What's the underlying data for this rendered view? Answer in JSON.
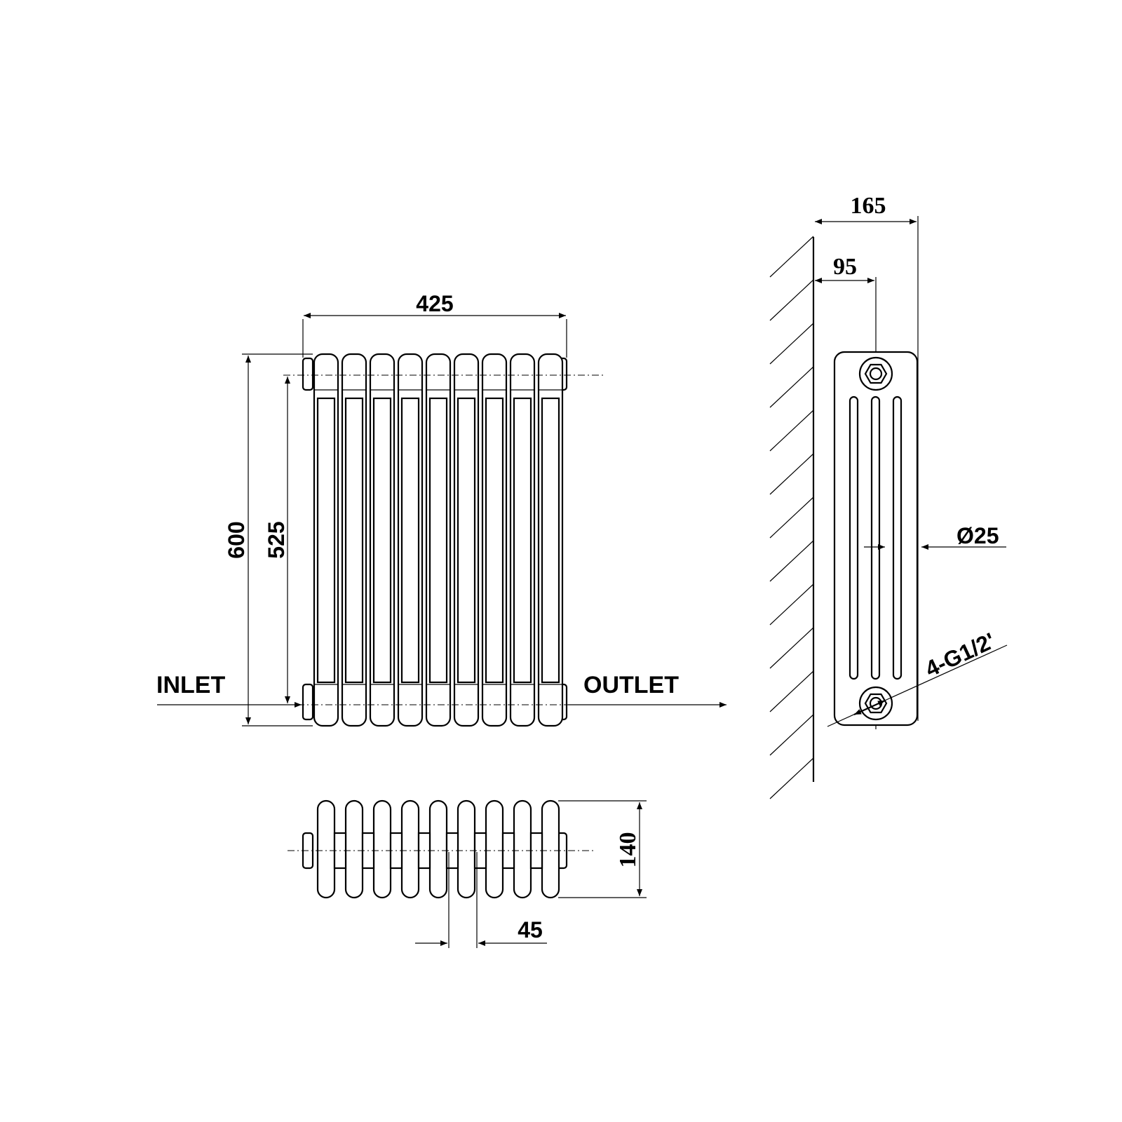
{
  "dimensions": {
    "width": "425",
    "height_total": "600",
    "height_centers": "525",
    "depth": "140",
    "section_pitch": "45",
    "side_depth": "165",
    "side_pipe_center": "95",
    "tube_diameter": "Ø25",
    "connection": "4-G1/2'"
  },
  "labels": {
    "inlet": "INLET",
    "outlet": "OUTLET"
  },
  "front_view": {
    "columns": 9
  }
}
